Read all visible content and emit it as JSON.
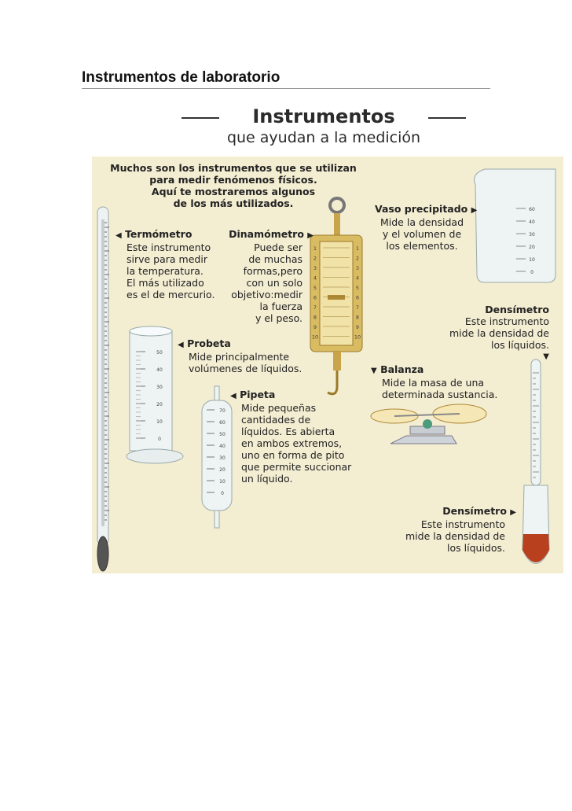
{
  "page_heading": "Instrumentos de laboratorio",
  "title": {
    "main": "Instrumentos",
    "sub": "que ayudan a la medición"
  },
  "intro": [
    "Muchos son los instrumentos que se utilizan",
    "para medir fenómenos físicos.",
    "Aquí te mostraremos algunos",
    "de los más utilizados."
  ],
  "instruments": {
    "termometro": {
      "label": "Termómetro",
      "desc": [
        "Este instrumento",
        "sirve para medir",
        "la temperatura.",
        "El más utilizado",
        "es el de mercurio."
      ]
    },
    "dinamometro": {
      "label": "Dinamómetro",
      "desc": [
        "Puede ser",
        "de muchas",
        "formas,pero",
        "con un solo",
        "objetivo:medir",
        "la fuerza",
        "y el peso."
      ],
      "scale": [
        "1",
        "2",
        "3",
        "4",
        "5",
        "6",
        "7",
        "8",
        "9",
        "10"
      ]
    },
    "vaso": {
      "label": "Vaso precipitado",
      "desc": [
        "Mide la densidad",
        "y el volumen de",
        "los elementos."
      ],
      "scale": [
        "60",
        "40",
        "30",
        "20",
        "10",
        "0"
      ]
    },
    "densimetro_top": {
      "label": "Densímetro",
      "desc": [
        "Este instrumento",
        "mide la densidad de",
        "los líquidos."
      ]
    },
    "probeta": {
      "label": "Probeta",
      "desc": [
        "Mide principalmente",
        "volúmenes de líquidos."
      ],
      "scale": [
        "50",
        "40",
        "30",
        "20",
        "10",
        "0"
      ]
    },
    "balanza": {
      "label": "Balanza",
      "desc": [
        "Mide la masa de una",
        "determinada sustancia."
      ]
    },
    "pipeta": {
      "label": "Pipeta",
      "desc": [
        "Mide pequeñas",
        "cantidades de",
        "líquidos. Es abierta",
        "en ambos extremos,",
        "uno en forma de pito",
        "que permite succionar",
        "un líquido."
      ],
      "scale": [
        "70",
        "60",
        "50",
        "40",
        "30",
        "20",
        "10",
        "0"
      ]
    },
    "densimetro_bottom": {
      "label": "Densímetro",
      "desc": [
        "Este instrumento",
        "mide la densidad de",
        "los líquidos."
      ]
    }
  },
  "colors": {
    "panel": "#f3edd2",
    "brass": "#c9a44a",
    "glass": "#e6eef2",
    "liquid_red": "#b8401f"
  }
}
